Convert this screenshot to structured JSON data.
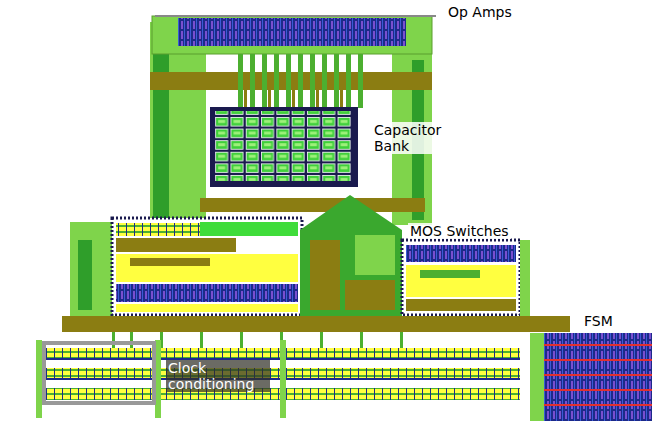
{
  "diagram": {
    "labels": [
      "Op Amps",
      "Capacitor Bank",
      "MOS Switches",
      "FSM",
      "Clock conditioning"
    ]
  }
}
